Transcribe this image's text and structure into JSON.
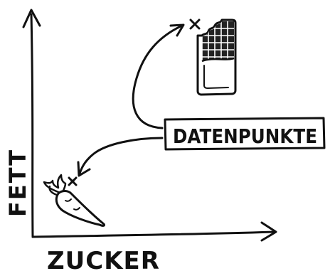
{
  "axes": {
    "x_label": "ZUCKER",
    "y_label": "FETT"
  },
  "callout": {
    "label": "DATENPUNKTE"
  },
  "points": [
    {
      "name": "Schokolade",
      "marker": "×",
      "icon": "chocolate-bar-icon"
    },
    {
      "name": "Karotte",
      "marker": "×",
      "icon": "carrot-icon"
    }
  ],
  "colors": {
    "ink": "#111111",
    "paper": "#ffffff"
  }
}
